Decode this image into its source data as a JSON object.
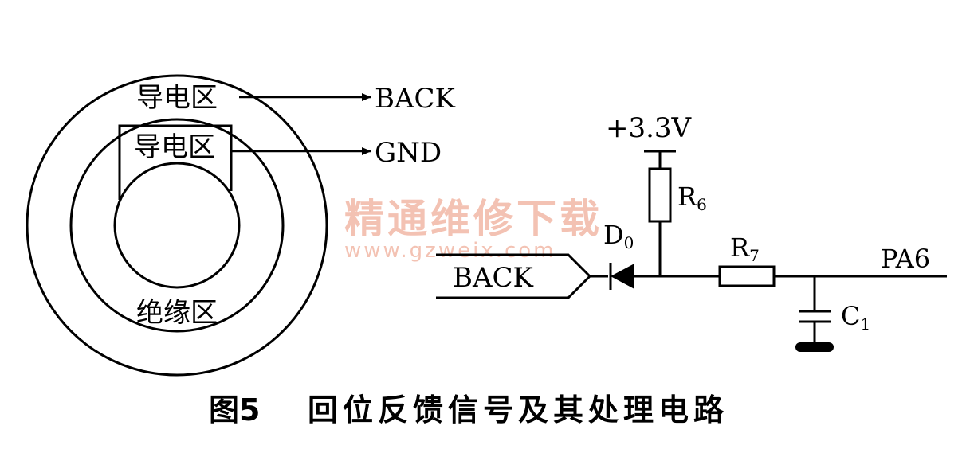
{
  "disc": {
    "outer_zone": "导电区",
    "inner_zone": "导电区",
    "insulation_zone": "绝缘区"
  },
  "arrows": {
    "back": "BACK",
    "gnd": "GND"
  },
  "circuit": {
    "supply": "+3.3V",
    "r6": {
      "base": "R",
      "sub": "6"
    },
    "r7": {
      "base": "R",
      "sub": "7"
    },
    "d0": {
      "base": "D",
      "sub": "0"
    },
    "c1": {
      "base": "C",
      "sub": "1"
    },
    "input_port": "BACK",
    "output_pin": "PA6"
  },
  "watermark": {
    "title": "精通维修下载",
    "url": "www.gzweix.com"
  },
  "caption": {
    "figure": "图5",
    "text": "回位反馈信号及其处理电路"
  }
}
